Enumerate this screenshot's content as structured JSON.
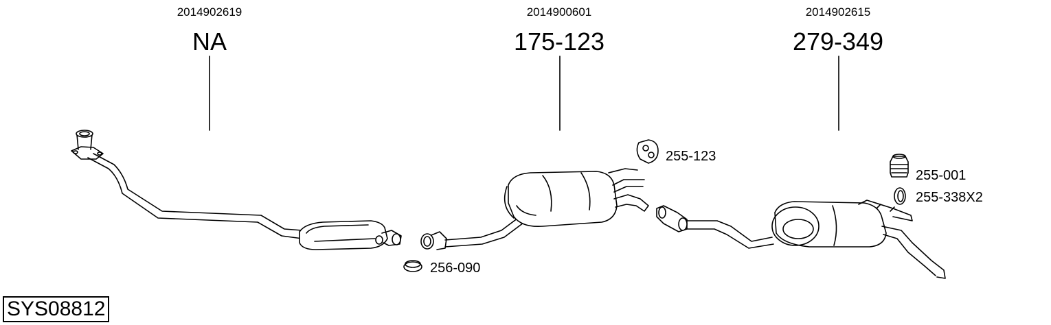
{
  "sections": [
    {
      "oem": "2014902619",
      "part": "NA"
    },
    {
      "oem": "2014900601",
      "part": "175-123"
    },
    {
      "oem": "2014902615",
      "part": "279-349"
    }
  ],
  "accessories": {
    "hanger_rubber": "255-123",
    "bump_stop": "255-001",
    "ring": "255-338X2",
    "gasket": "256-090"
  },
  "system_code": "SYS08812"
}
